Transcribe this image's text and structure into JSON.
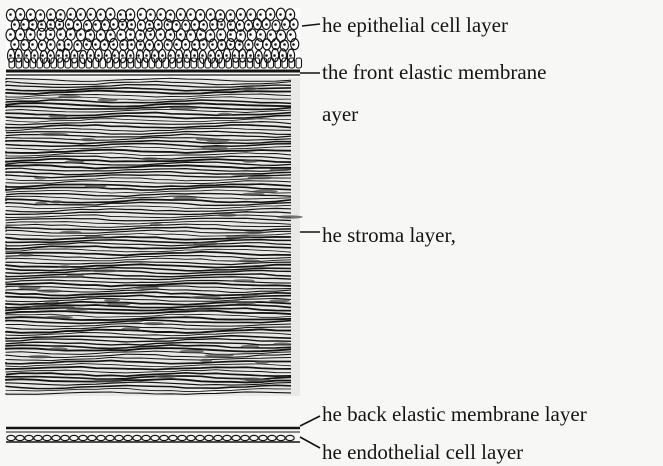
{
  "labels": {
    "epithelial": "he epithelial cell layer",
    "front_membrane_line1": "the front elastic membrane",
    "front_membrane_line2": "ayer",
    "stroma": "he stroma layer,",
    "back_membrane": "he back elastic membrane layer",
    "endothelial": "he endothelial cell layer"
  },
  "colors": {
    "ink": "#141414",
    "paper": "#f7f7f5"
  }
}
